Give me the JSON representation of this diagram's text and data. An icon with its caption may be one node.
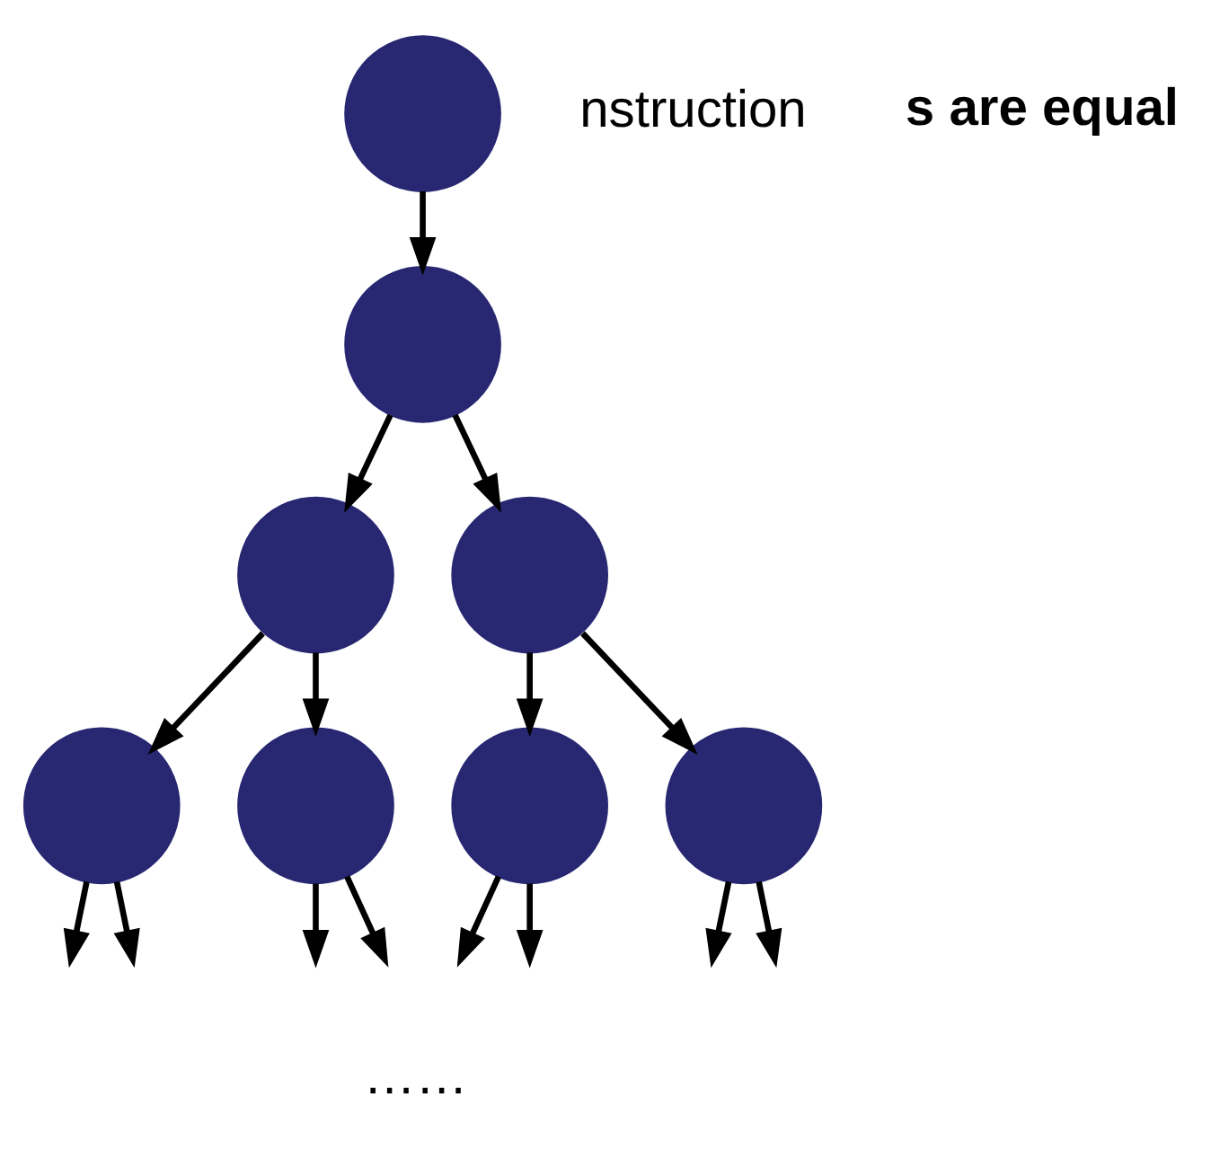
{
  "diagram": {
    "nodes": [
      {
        "text": [],
        "shape": "circle"
      },
      {
        "text": [],
        "shape": "circle"
      },
      {
        "text": [],
        "shape": "circle"
      },
      {
        "text": [],
        "shape": "circle"
      },
      {
        "text": [],
        "shape": "circle"
      },
      {
        "text": [],
        "shape": "circle"
      },
      {
        "text": [],
        "shape": "circle"
      },
      {
        "text": [],
        "shape": "circle"
      }
    ],
    "edges": [
      {
        "from": 0,
        "to": 1,
        "arrow": "to"
      },
      {
        "from": 1,
        "to": 2,
        "arrow": "to"
      },
      {
        "from": 1,
        "to": 3,
        "arrow": "to"
      },
      {
        "from": 2,
        "to": 4,
        "arrow": "to"
      },
      {
        "from": 2,
        "to": 5,
        "arrow": "to"
      },
      {
        "from": 3,
        "to": 6,
        "arrow": "to"
      },
      {
        "from": 3,
        "to": 7,
        "arrow": "to"
      },
      {
        "from": 4,
        "to": null,
        "arrow": "to"
      },
      {
        "from": 4,
        "to": null,
        "arrow": "to"
      },
      {
        "from": 5,
        "to": null,
        "arrow": "to"
      },
      {
        "from": 5,
        "to": null,
        "arrow": "to"
      },
      {
        "from": 6,
        "to": null,
        "arrow": "to"
      },
      {
        "from": 6,
        "to": null,
        "arrow": "to"
      },
      {
        "from": 7,
        "to": null,
        "arrow": "to"
      },
      {
        "from": 7,
        "to": null,
        "arrow": "to"
      }
    ],
    "labels": [
      "nstruction",
      "s are equal",
      "……"
    ]
  }
}
